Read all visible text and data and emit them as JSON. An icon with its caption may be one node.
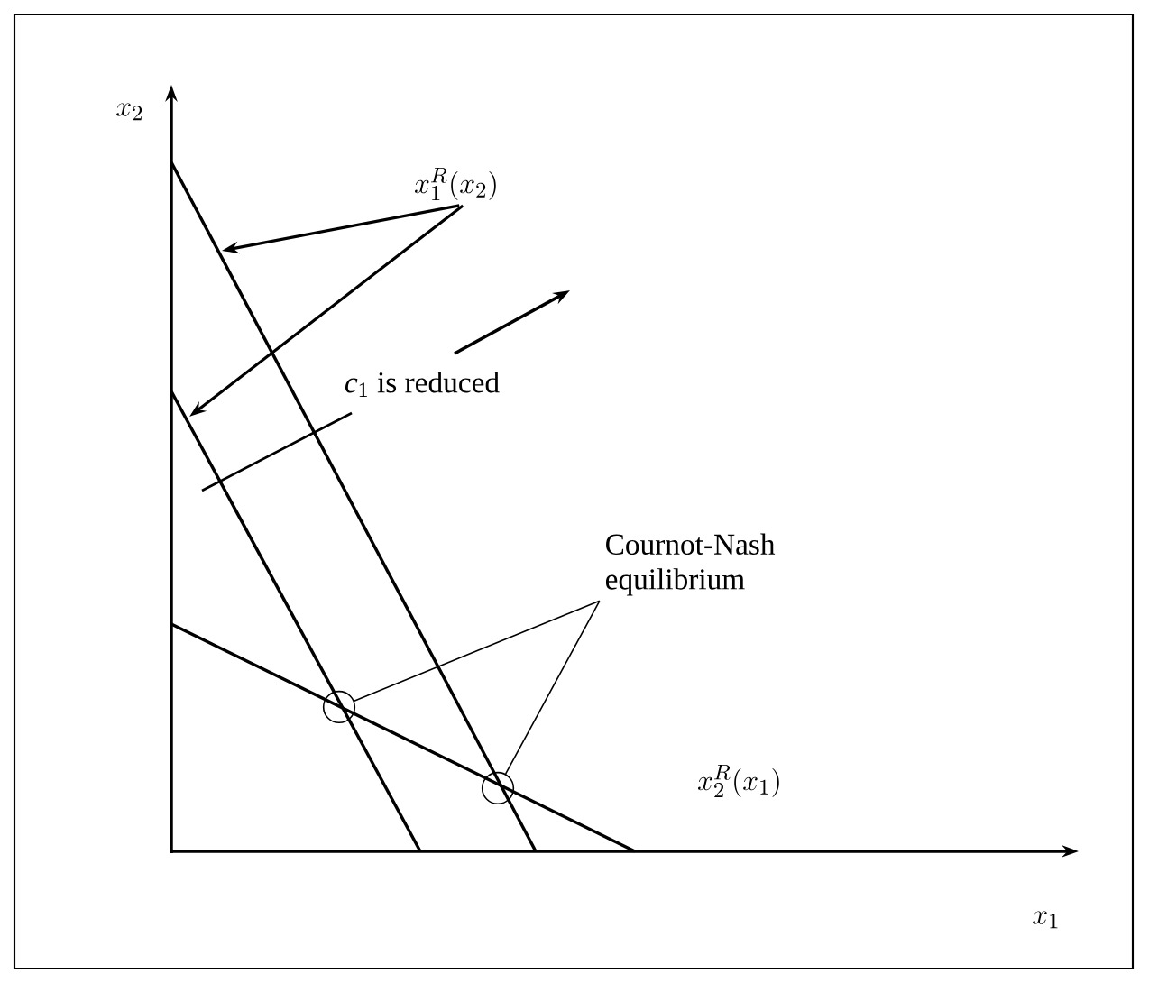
{
  "diagram": {
    "nodes": [
      {
        "text": [
          "x_1^R(x_2)"
        ]
      },
      {
        "text": [
          "Cournot-Nash equilibrium"
        ]
      },
      {
        "text": [],
        "shape": "circle"
      },
      {
        "text": [],
        "shape": "circle"
      }
    ],
    "edges": [
      {
        "from": 0,
        "to": null,
        "arrow": "to"
      },
      {
        "from": 0,
        "to": null,
        "arrow": "to"
      },
      {
        "from": 1,
        "to": 2,
        "arrow": "none"
      },
      {
        "from": 1,
        "to": 3,
        "arrow": "none"
      }
    ],
    "labels": [
      "x_2",
      "*c*$_{1}$ is reduced",
      "x_2^R(x_1)",
      "x_1"
    ]
  }
}
